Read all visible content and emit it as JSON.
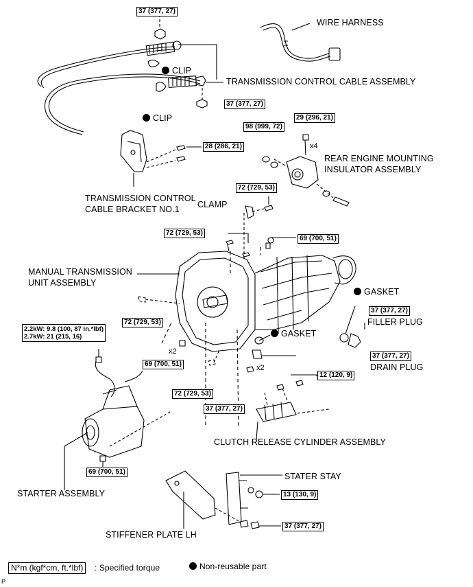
{
  "parts": {
    "wire_harness": "WIRE HARNESS",
    "clip_1": "CLIP",
    "clip_2": "CLIP",
    "transmission_control_cable": "TRANSMISSION CONTROL CABLE ASSEMBLY",
    "rear_engine_mounting_1": "REAR ENGINE MOUNTING",
    "rear_engine_mounting_2": "INSULATOR ASSEMBLY",
    "cable_bracket_1": "TRANSMISSION CONTROL",
    "cable_bracket_2": "CABLE BRACKET NO.1",
    "clamp": "CLAMP",
    "manual_transmission_1": "MANUAL TRANSMISSION",
    "manual_transmission_2": "UNIT ASSEMBLY",
    "gasket_1": "GASKET",
    "gasket_2": "GASKET",
    "filler_plug": "FILLER PLUG",
    "drain_plug": "DRAIN PLUG",
    "clutch_release_cylinder": "CLUTCH RELEASE CYLINDER ASSEMBLY",
    "stater_stay": "STATER STAY",
    "starter_assembly": "STARTER ASSEMBLY",
    "stiffener_plate": "STIFFENER PLATE LH"
  },
  "torques": {
    "t_top": "37 (377, 27)",
    "t_cable_nut": "37 (377, 27)",
    "t_bracket": "28 (286, 21)",
    "t_mount_98": "98 (999, 72)",
    "t_mount_29": "29 (296, 21)",
    "t_clamp": "72 (729, 53)",
    "t_upper_72": "72 (729, 53)",
    "t_upper_69": "69 (700, 51)",
    "t_left_72": "72 (729, 53)",
    "t_filler": "37 (377, 27)",
    "t_left_69": "69 (700, 51)",
    "t_drain": "37 (377, 27)",
    "t_clutch_12": "12 (120, 9)",
    "t_bottom_72": "72 (729, 53)",
    "t_bottom_37": "37 (377, 27)",
    "t_starter_69": "69 (700, 51)",
    "t_stay_13": "13 (130, 9)",
    "t_stay_37": "37 (377, 27)",
    "t_starter_term_1": "2.2kW: 9.8 (100, 87 in.*lbf)",
    "t_starter_term_2": "2.7kW: 21 (215, 16)"
  },
  "multipliers": {
    "x4": "x4",
    "x2_left": "x2",
    "x2_bottom": "x2"
  },
  "legend": {
    "unit_box": "N*m (kgf*cm, ft.*lbf)",
    "unit_text": ": Specified torque",
    "nonreusable": "Non-reusable part"
  },
  "corner_mark": "P"
}
